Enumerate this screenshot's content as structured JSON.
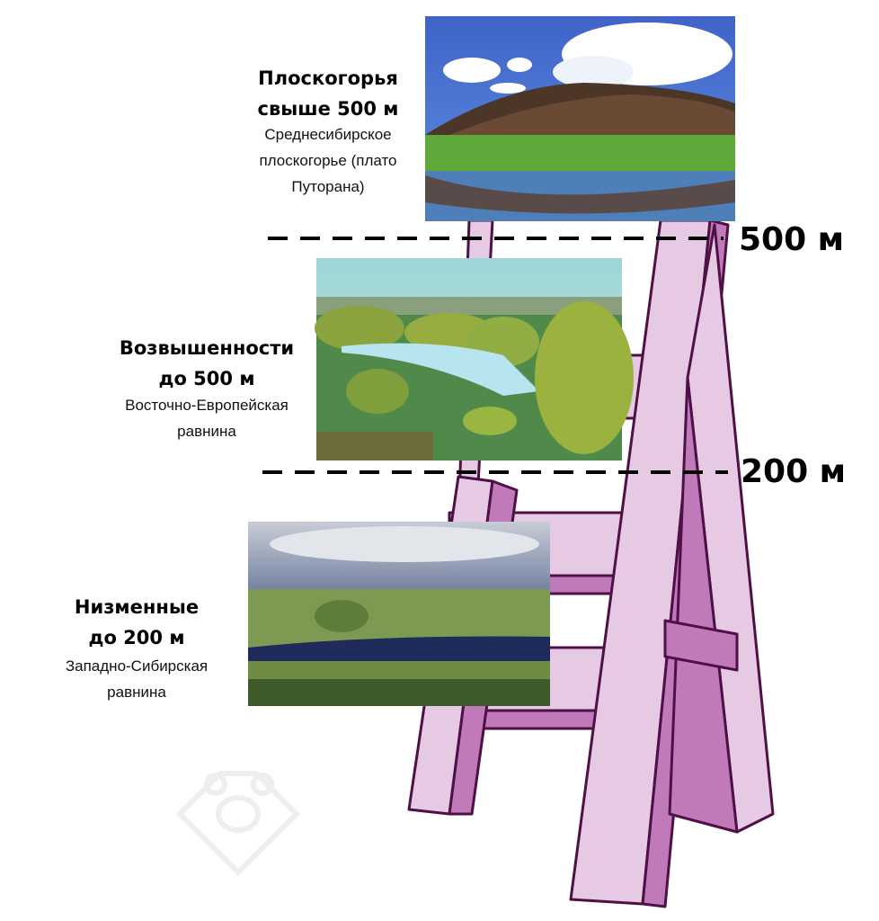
{
  "levels": [
    {
      "title_line1": "Плоскогорья",
      "title_line2": "свыше 500 м",
      "sub_line1": "Среднесибирское",
      "sub_line2": "плоскогорье (плато",
      "sub_line3": "Путорана)"
    },
    {
      "title_line1": "Возвышенности",
      "title_line2": "до 500 м",
      "sub_line1": "Восточно-Европейская",
      "sub_line2": "равнина"
    },
    {
      "title_line1": "Низменные",
      "title_line2": "до 200 м",
      "sub_line1": "Западно-Сибирская",
      "sub_line2": "равнина"
    }
  ],
  "markers": {
    "m500": "500 м",
    "m200": "200 м"
  },
  "colors": {
    "ladder_light": "#e6c9e2",
    "ladder_dark": "#c07ab9",
    "ladder_outline": "#4e1046"
  },
  "icons": {
    "watermark": "bear-logo-icon"
  }
}
